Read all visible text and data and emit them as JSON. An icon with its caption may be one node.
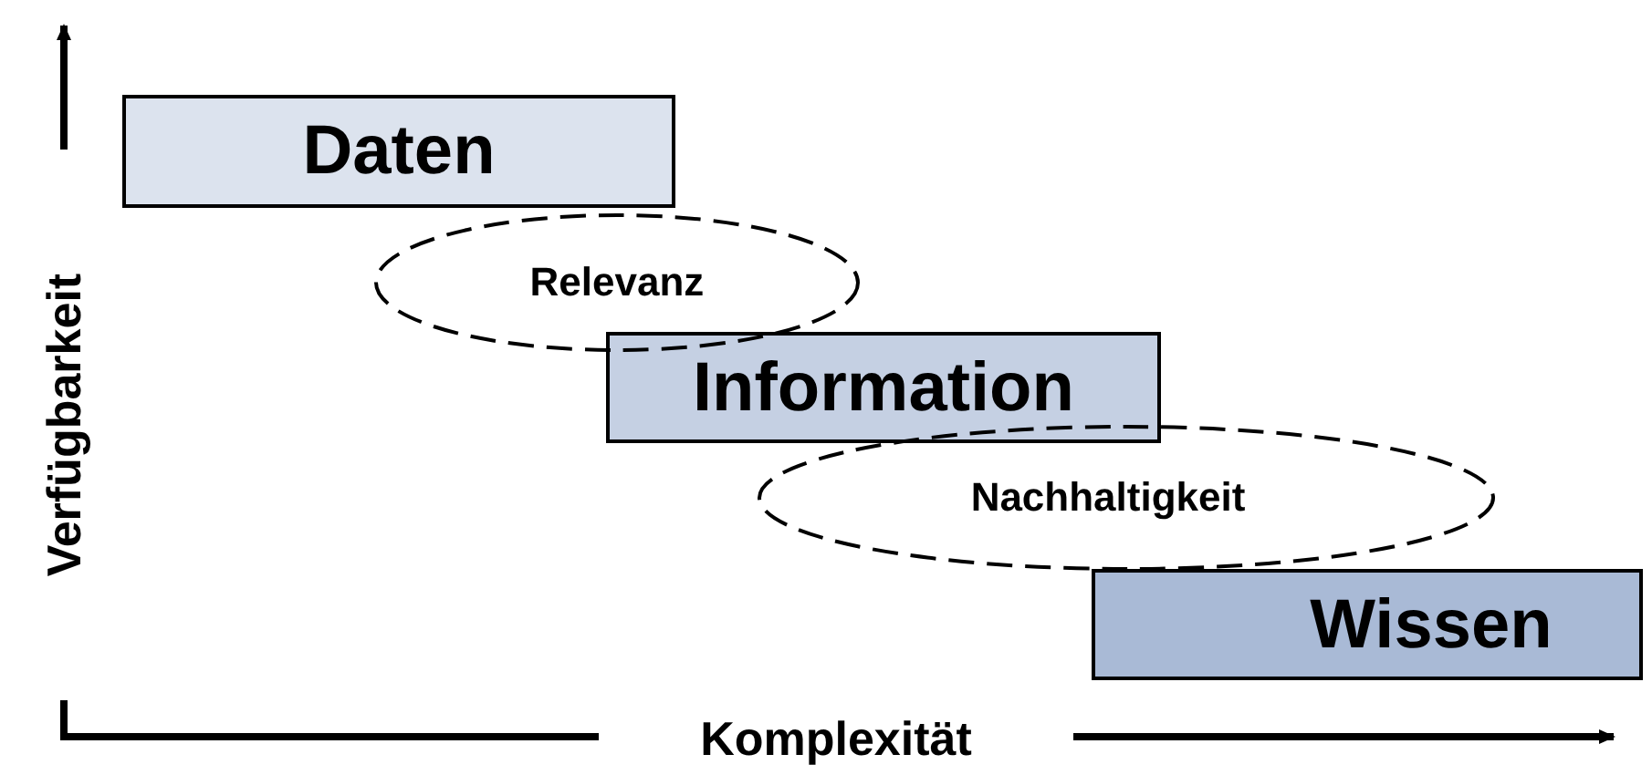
{
  "diagram": {
    "nodes": [
      {
        "text": [
          "Daten"
        ]
      },
      {
        "text": [
          "Relevanz"
        ]
      },
      {
        "text": [
          "Information"
        ]
      },
      {
        "text": [
          "Nachhaltigkeit"
        ]
      },
      {
        "text": [
          "Wissen"
        ]
      }
    ],
    "labels": [
      "Verfügbarkeit",
      "Komplexität"
    ]
  }
}
